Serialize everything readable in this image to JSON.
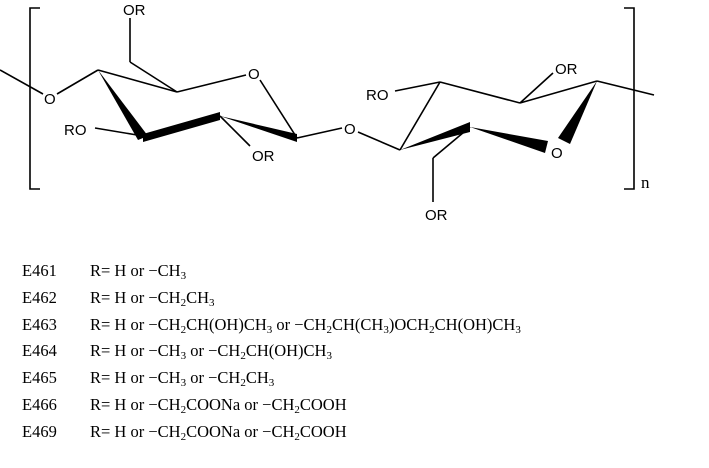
{
  "structure": {
    "left_unit": {
      "o6": "OR",
      "ring_o": "O",
      "o3": "RO",
      "o2": "OR",
      "o4_link": "O"
    },
    "glycosidic_o": "O",
    "right_unit": {
      "o3": "RO",
      "o2": "OR",
      "ring_o": "O",
      "o6": "OR"
    },
    "repeat_subscript": "n"
  },
  "legend": [
    {
      "code": "E461",
      "formula": "R= H or −CH_3"
    },
    {
      "code": "E462",
      "formula": "R= H or −CH_2CH_3"
    },
    {
      "code": "E463",
      "formula": "R= H or −CH_2CH(OH)CH_3 or −CH_2CH(CH_3)OCH_2CH(OH)CH_3"
    },
    {
      "code": "E464",
      "formula": "R= H or −CH_3 or −CH_2CH(OH)CH_3"
    },
    {
      "code": "E465",
      "formula": "R= H or −CH_3 or −CH_2CH_3"
    },
    {
      "code": "E466",
      "formula": "R= H or −CH_2COONa or −CH_2COOH"
    },
    {
      "code": "E469",
      "formula": "R= H or −CH_2COONa or −CH_2COOH"
    }
  ]
}
